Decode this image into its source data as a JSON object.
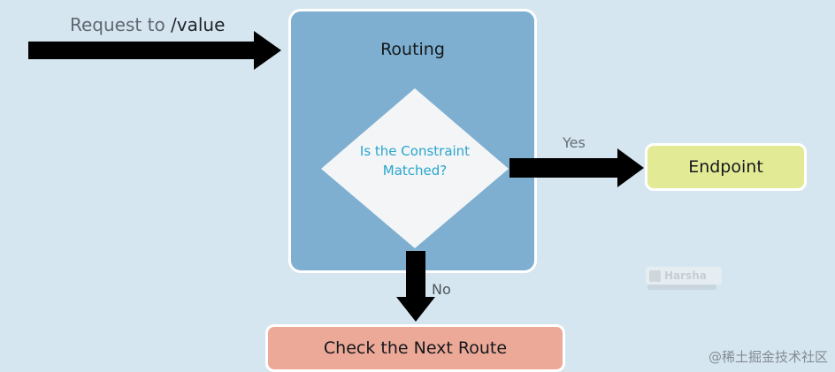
{
  "request_label": {
    "prefix": "Request to ",
    "path": "/value"
  },
  "routing": {
    "title": "Routing",
    "decision": "Is the Constraint Matched?"
  },
  "branches": {
    "yes": "Yes",
    "no": "No"
  },
  "nodes": {
    "endpoint": "Endpoint",
    "next_route": "Check the Next Route"
  },
  "watermarks": {
    "badge": "Harsha",
    "corner": "@稀土掘金技术社区"
  }
}
